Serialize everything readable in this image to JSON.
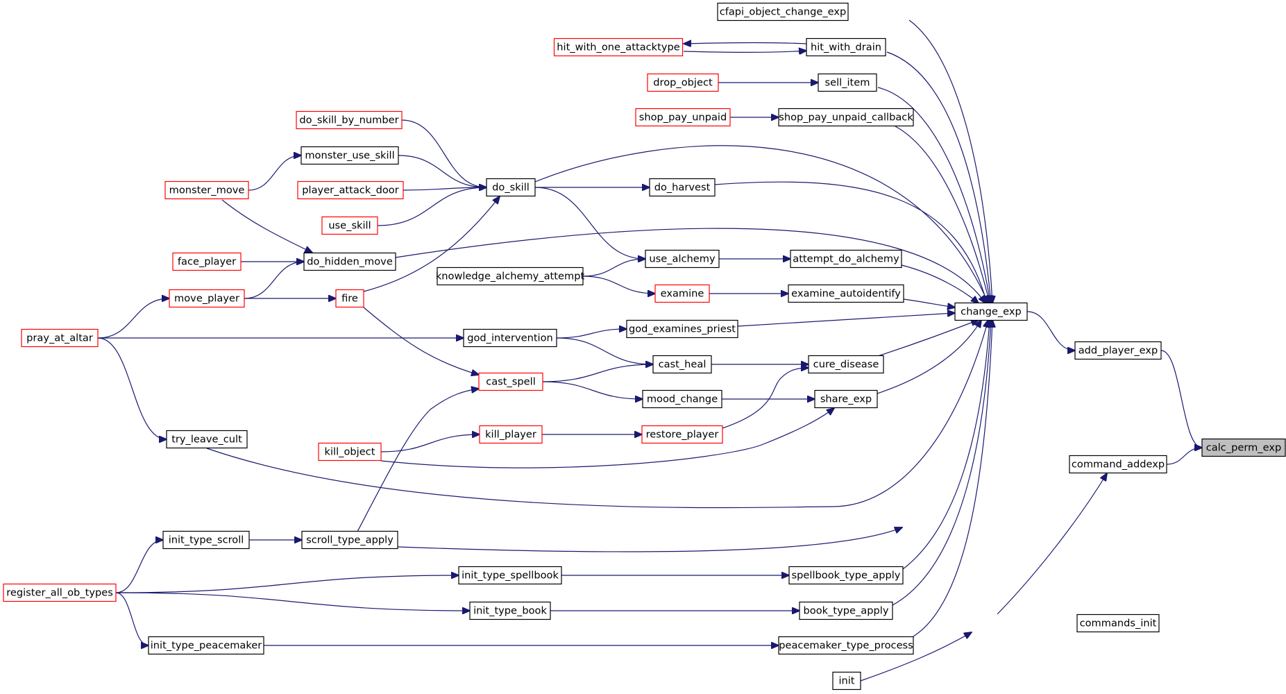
{
  "graph": {
    "title": "",
    "colors": {
      "edge": "#191970",
      "normal_border": "#000000",
      "incomplete_border": "#ff0000",
      "root_fill": "#bfbfbf",
      "node_fill": "#ffffff"
    },
    "nodes": [
      {
        "id": "cfapi_object_change_exp",
        "label": "cfapi_object_change_exp",
        "status": "normal"
      },
      {
        "id": "hit_with_one_attacktype",
        "label": "hit_with_one_attacktype",
        "status": "incomplete"
      },
      {
        "id": "hit_with_drain",
        "label": "hit_with_drain",
        "status": "normal"
      },
      {
        "id": "drop_object",
        "label": "drop_object",
        "status": "incomplete"
      },
      {
        "id": "sell_item",
        "label": "sell_item",
        "status": "normal"
      },
      {
        "id": "shop_pay_unpaid",
        "label": "shop_pay_unpaid",
        "status": "incomplete"
      },
      {
        "id": "shop_pay_unpaid_callback",
        "label": "shop_pay_unpaid_callback",
        "status": "normal"
      },
      {
        "id": "do_skill_by_number",
        "label": "do_skill_by_number",
        "status": "incomplete"
      },
      {
        "id": "monster_use_skill",
        "label": "monster_use_skill",
        "status": "normal"
      },
      {
        "id": "monster_move",
        "label": "monster_move",
        "status": "incomplete"
      },
      {
        "id": "player_attack_door",
        "label": "player_attack_door",
        "status": "incomplete"
      },
      {
        "id": "do_skill",
        "label": "do_skill",
        "status": "normal"
      },
      {
        "id": "do_harvest",
        "label": "do_harvest",
        "status": "normal"
      },
      {
        "id": "use_skill",
        "label": "use_skill",
        "status": "incomplete"
      },
      {
        "id": "face_player",
        "label": "face_player",
        "status": "incomplete"
      },
      {
        "id": "do_hidden_move",
        "label": "do_hidden_move",
        "status": "normal"
      },
      {
        "id": "use_alchemy",
        "label": "use_alchemy",
        "status": "normal"
      },
      {
        "id": "attempt_do_alchemy",
        "label": "attempt_do_alchemy",
        "status": "normal"
      },
      {
        "id": "knowledge_alchemy_attempt",
        "label": "knowledge_alchemy_attempt",
        "status": "normal"
      },
      {
        "id": "move_player",
        "label": "move_player",
        "status": "incomplete"
      },
      {
        "id": "fire",
        "label": "fire",
        "status": "incomplete"
      },
      {
        "id": "examine",
        "label": "examine",
        "status": "incomplete"
      },
      {
        "id": "examine_autoidentify",
        "label": "examine_autoidentify",
        "status": "normal"
      },
      {
        "id": "change_exp",
        "label": "change_exp",
        "status": "normal"
      },
      {
        "id": "pray_at_altar",
        "label": "pray_at_altar",
        "status": "incomplete"
      },
      {
        "id": "god_intervention",
        "label": "god_intervention",
        "status": "normal"
      },
      {
        "id": "god_examines_priest",
        "label": "god_examines_priest",
        "status": "normal"
      },
      {
        "id": "add_player_exp",
        "label": "add_player_exp",
        "status": "normal"
      },
      {
        "id": "cast_heal",
        "label": "cast_heal",
        "status": "normal"
      },
      {
        "id": "cure_disease",
        "label": "cure_disease",
        "status": "normal"
      },
      {
        "id": "cast_spell",
        "label": "cast_spell",
        "status": "incomplete"
      },
      {
        "id": "mood_change",
        "label": "mood_change",
        "status": "normal"
      },
      {
        "id": "share_exp",
        "label": "share_exp",
        "status": "normal"
      },
      {
        "id": "kill_player",
        "label": "kill_player",
        "status": "incomplete"
      },
      {
        "id": "restore_player",
        "label": "restore_player",
        "status": "incomplete"
      },
      {
        "id": "calc_perm_exp",
        "label": "calc_perm_exp",
        "status": "root"
      },
      {
        "id": "try_leave_cult",
        "label": "try_leave_cult",
        "status": "normal"
      },
      {
        "id": "kill_object",
        "label": "kill_object",
        "status": "incomplete"
      },
      {
        "id": "command_addexp",
        "label": "command_addexp",
        "status": "normal"
      },
      {
        "id": "init_type_scroll",
        "label": "init_type_scroll",
        "status": "normal"
      },
      {
        "id": "scroll_type_apply",
        "label": "scroll_type_apply",
        "status": "normal"
      },
      {
        "id": "init_type_spellbook",
        "label": "init_type_spellbook",
        "status": "normal"
      },
      {
        "id": "spellbook_type_apply",
        "label": "spellbook_type_apply",
        "status": "normal"
      },
      {
        "id": "register_all_ob_types",
        "label": "register_all_ob_types",
        "status": "incomplete"
      },
      {
        "id": "init_type_book",
        "label": "init_type_book",
        "status": "normal"
      },
      {
        "id": "book_type_apply",
        "label": "book_type_apply",
        "status": "normal"
      },
      {
        "id": "commands_init",
        "label": "commands_init",
        "status": "normal"
      },
      {
        "id": "init_type_peacemaker",
        "label": "init_type_peacemaker",
        "status": "normal"
      },
      {
        "id": "peacemaker_type_process",
        "label": "peacemaker_type_process",
        "status": "normal"
      },
      {
        "id": "init",
        "label": "init",
        "status": "normal"
      }
    ],
    "edges": [
      {
        "from": "cfapi_object_change_exp",
        "to": "change_exp"
      },
      {
        "from": "hit_with_drain",
        "to": "change_exp"
      },
      {
        "from": "hit_with_drain",
        "to": "hit_with_one_attacktype"
      },
      {
        "from": "hit_with_one_attacktype",
        "to": "hit_with_drain"
      },
      {
        "from": "sell_item",
        "to": "change_exp"
      },
      {
        "from": "drop_object",
        "to": "sell_item"
      },
      {
        "from": "shop_pay_unpaid_callback",
        "to": "change_exp"
      },
      {
        "from": "shop_pay_unpaid",
        "to": "shop_pay_unpaid_callback"
      },
      {
        "from": "do_skill",
        "to": "change_exp"
      },
      {
        "from": "do_harvest",
        "to": "change_exp"
      },
      {
        "from": "do_hidden_move",
        "to": "change_exp"
      },
      {
        "from": "attempt_do_alchemy",
        "to": "change_exp"
      },
      {
        "from": "examine_autoidentify",
        "to": "change_exp"
      },
      {
        "from": "god_examines_priest",
        "to": "change_exp"
      },
      {
        "from": "cure_disease",
        "to": "change_exp"
      },
      {
        "from": "share_exp",
        "to": "change_exp"
      },
      {
        "from": "try_leave_cult",
        "to": "change_exp"
      },
      {
        "from": "scroll_type_apply",
        "to": "change_exp"
      },
      {
        "from": "spellbook_type_apply",
        "to": "change_exp"
      },
      {
        "from": "book_type_apply",
        "to": "change_exp"
      },
      {
        "from": "peacemaker_type_process",
        "to": "change_exp"
      },
      {
        "from": "change_exp",
        "to": "add_player_exp"
      },
      {
        "from": "add_player_exp",
        "to": "calc_perm_exp"
      },
      {
        "from": "command_addexp",
        "to": "calc_perm_exp"
      },
      {
        "from": "commands_init",
        "to": "command_addexp"
      },
      {
        "from": "init",
        "to": "commands_init"
      },
      {
        "from": "do_skill_by_number",
        "to": "do_skill"
      },
      {
        "from": "monster_use_skill",
        "to": "do_skill"
      },
      {
        "from": "player_attack_door",
        "to": "do_skill"
      },
      {
        "from": "use_skill",
        "to": "do_skill"
      },
      {
        "from": "fire",
        "to": "do_skill"
      },
      {
        "from": "do_skill",
        "to": "do_harvest"
      },
      {
        "from": "do_skill",
        "to": "use_alchemy"
      },
      {
        "from": "monster_move",
        "to": "monster_use_skill"
      },
      {
        "from": "monster_move",
        "to": "do_hidden_move"
      },
      {
        "from": "face_player",
        "to": "do_hidden_move"
      },
      {
        "from": "move_player",
        "to": "do_hidden_move"
      },
      {
        "from": "move_player",
        "to": "fire"
      },
      {
        "from": "pray_at_altar",
        "to": "move_player"
      },
      {
        "from": "pray_at_altar",
        "to": "god_intervention"
      },
      {
        "from": "pray_at_altar",
        "to": "try_leave_cult"
      },
      {
        "from": "use_alchemy",
        "to": "attempt_do_alchemy"
      },
      {
        "from": "knowledge_alchemy_attempt",
        "to": "use_alchemy"
      },
      {
        "from": "knowledge_alchemy_attempt",
        "to": "examine"
      },
      {
        "from": "examine",
        "to": "examine_autoidentify"
      },
      {
        "from": "god_intervention",
        "to": "god_examines_priest"
      },
      {
        "from": "god_intervention",
        "to": "cast_heal"
      },
      {
        "from": "cast_spell",
        "to": "cast_heal"
      },
      {
        "from": "cast_heal",
        "to": "cure_disease"
      },
      {
        "from": "fire",
        "to": "cast_spell"
      },
      {
        "from": "scroll_type_apply",
        "to": "cast_spell"
      },
      {
        "from": "cast_spell",
        "to": "mood_change"
      },
      {
        "from": "mood_change",
        "to": "share_exp"
      },
      {
        "from": "restore_player",
        "to": "cure_disease"
      },
      {
        "from": "kill_player",
        "to": "restore_player"
      },
      {
        "from": "kill_object",
        "to": "kill_player"
      },
      {
        "from": "kill_object",
        "to": "share_exp"
      },
      {
        "from": "init_type_scroll",
        "to": "scroll_type_apply"
      },
      {
        "from": "register_all_ob_types",
        "to": "init_type_scroll"
      },
      {
        "from": "register_all_ob_types",
        "to": "init_type_spellbook"
      },
      {
        "from": "register_all_ob_types",
        "to": "init_type_book"
      },
      {
        "from": "register_all_ob_types",
        "to": "init_type_peacemaker"
      },
      {
        "from": "init_type_spellbook",
        "to": "spellbook_type_apply"
      },
      {
        "from": "init_type_book",
        "to": "book_type_apply"
      },
      {
        "from": "init_type_peacemaker",
        "to": "peacemaker_type_process"
      }
    ]
  }
}
